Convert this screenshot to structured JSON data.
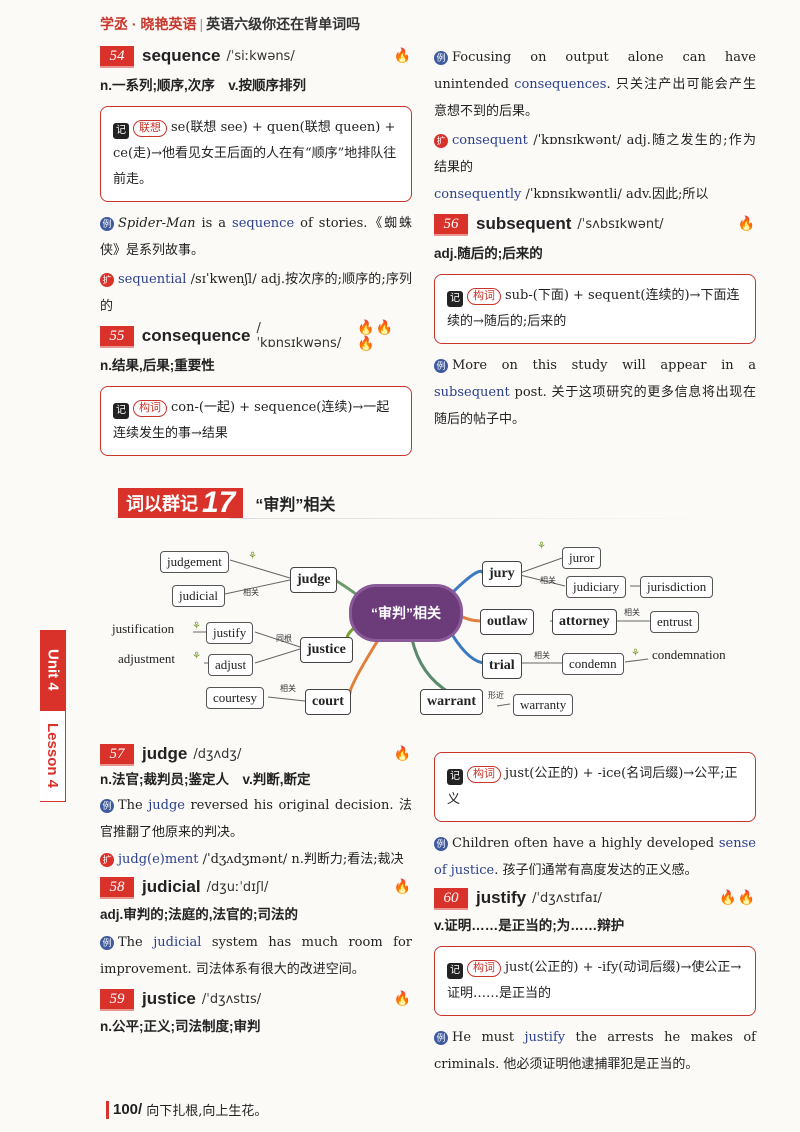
{
  "header": {
    "brand": "学丞 · 晓艳英语",
    "title": "英语六级你还在背单词吗"
  },
  "entries": {
    "e54": {
      "num": "54",
      "word": "sequence",
      "phonetic": "/ˈsiːkwəns/",
      "flames": "🔥",
      "def": "n.一系列;顺序,次序　v.按顺序排列",
      "box_tag": "联想",
      "box_text": "se(联想 see) + quen(联想 queen) + ce(走)→他看见女王后面的人在有“顺序”地排队往前走。",
      "ex_pre": "",
      "ex_ital": "Spider-Man",
      "ex_mid": " is a ",
      "ex_hl": "sequence",
      "ex_post": " of stories.《蜘蛛侠》是系列故事。",
      "ext_word": "sequential",
      "ext_rest": " /sɪˈkwenʃl/ adj.按次序的;顺序的;序列的"
    },
    "e55": {
      "num": "55",
      "word": "consequence",
      "phonetic": "/ˈkɒnsɪkwəns/",
      "flames": "🔥🔥🔥",
      "def": "n.结果,后果;重要性",
      "box_tag": "构词",
      "box_text": "con-(一起) + sequence(连续)→一起连续发生的事→结果",
      "ex_pre": "Focusing on output alone can have unintended ",
      "ex_hl": "consequences",
      "ex_post": ". 只关注产出可能会产生意想不到的后果。",
      "ext1_word": "consequent",
      "ext1_rest": " /ˈkɒnsɪkwənt/ adj.随之发生的;作为结果的",
      "ext2_word": "consequently",
      "ext2_rest": " /ˈkɒnsɪkwəntli/ adv.因此;所以"
    },
    "e56": {
      "num": "56",
      "word": "subsequent",
      "phonetic": "/ˈsʌbsɪkwənt/",
      "flames": "🔥",
      "def": "adj.随后的;后来的",
      "box_tag": "构词",
      "box_text": "sub-(下面) + sequent(连续的)→下面连续的→随后的;后来的",
      "ex_pre": "More on this study will appear in a ",
      "ex_hl": "subsequent",
      "ex_post": " post. 关于这项研究的更多信息将出现在随后的帖子中。"
    },
    "e57": {
      "num": "57",
      "word": "judge",
      "phonetic": "/dʒʌdʒ/",
      "flames": "🔥",
      "def": "n.法官;裁判员;鉴定人　v.判断,断定",
      "ex_pre": "The ",
      "ex_hl": "judge",
      "ex_post": " reversed his original decision. 法官推翻了他原来的判决。",
      "ext_word": "judg(e)ment",
      "ext_rest": " /ˈdʒʌdʒmənt/ n.判断力;看法;裁决"
    },
    "e58": {
      "num": "58",
      "word": "judicial",
      "phonetic": "/dʒuːˈdɪʃl/",
      "flames": "🔥",
      "def": "adj.审判的;法庭的,法官的;司法的",
      "ex_pre": "The ",
      "ex_hl": "judicial",
      "ex_post": " system has much room for improvement. 司法体系有很大的改进空间。"
    },
    "e59": {
      "num": "59",
      "word": "justice",
      "phonetic": "/ˈdʒʌstɪs/",
      "flames": "🔥",
      "def": "n.公平;正义;司法制度;审判",
      "box_tag": "构词",
      "box_text": "just(公正的) + -ice(名词后缀)→公平;正义",
      "ex_pre": "Children often have a highly developed ",
      "ex_hl": "sense of justice",
      "ex_post": ". 孩子们通常有高度发达的正义感。"
    },
    "e60": {
      "num": "60",
      "word": "justify",
      "phonetic": "/ˈdʒʌstɪfaɪ/",
      "flames": "🔥🔥",
      "def": "v.证明……是正当的;为……辩护",
      "box_tag": "构词",
      "box_text": "just(公正的) + -ify(动词后缀)→使公正→证明……是正当的",
      "ex_pre": "He must ",
      "ex_hl": "justify",
      "ex_post": " the arrests he makes of criminals. 他必须证明他逮捕罪犯是正当的。"
    }
  },
  "mindmap": {
    "label": "词以群记",
    "number": "17",
    "subtitle": "“审判”相关",
    "center": "“审判”相关",
    "nodes": {
      "judgement": "judgement",
      "judicial": "judicial",
      "judge": "judge",
      "justification": "justification",
      "justify": "justify",
      "adjustment": "adjustment",
      "adjust": "adjust",
      "justice": "justice",
      "courtesy": "courtesy",
      "court": "court",
      "warrant": "warrant",
      "warranty": "warranty",
      "jury": "jury",
      "juror": "juror",
      "judiciary": "judiciary",
      "jurisdiction": "jurisdiction",
      "outlaw": "outlaw",
      "attorney": "attorney",
      "entrust": "entrust",
      "trial": "trial",
      "condemn": "condemn",
      "condemnation": "condemnation"
    },
    "relations": {
      "related": "相关",
      "root": "同根",
      "similar": "形近"
    }
  },
  "side_tab": {
    "unit": "Unit 4",
    "lesson": "Lesson 4"
  },
  "footer": {
    "page": "100/",
    "slogan": "向下扎根,向上生花。"
  },
  "colors": {
    "accent": "#d9322a",
    "highlight": "#2b3f8c",
    "center": "#6b3b7a"
  }
}
